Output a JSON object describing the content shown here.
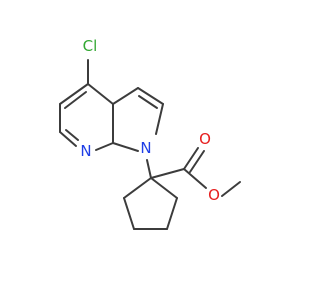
{
  "molecule": {
    "atoms": {
      "cl": {
        "text": "Cl",
        "color": "#32a832"
      },
      "n_pyridine": {
        "text": "N",
        "color": "#1f3fe6"
      },
      "n_pyrrole": {
        "text": "N",
        "color": "#1f3fe6"
      },
      "o_carbonyl": {
        "text": "O",
        "color": "#e61e1e"
      },
      "o_ester": {
        "text": "O",
        "color": "#e61e1e"
      }
    },
    "bond_color": "#3c3c3c"
  }
}
